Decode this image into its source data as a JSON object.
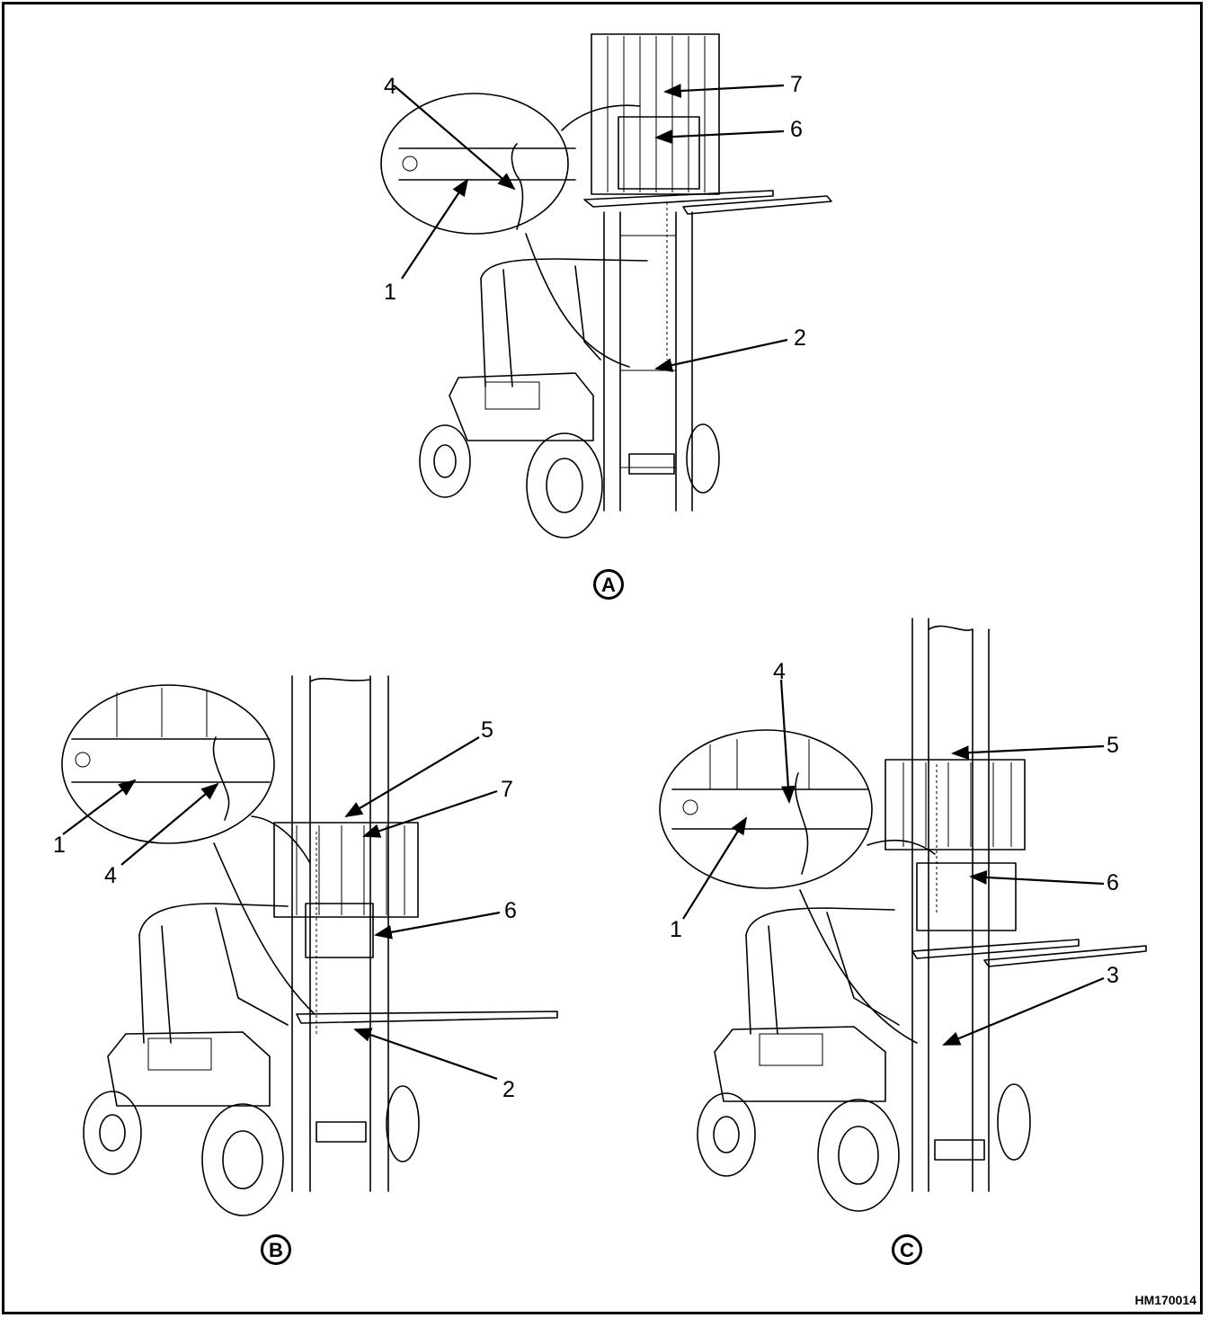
{
  "figures": [
    {
      "id": "A",
      "callouts": [
        "1",
        "2",
        "4",
        "6",
        "7"
      ]
    },
    {
      "id": "B",
      "callouts": [
        "1",
        "2",
        "4",
        "5",
        "6",
        "7"
      ]
    },
    {
      "id": "C",
      "callouts": [
        "1",
        "3",
        "4",
        "5",
        "6"
      ]
    }
  ],
  "labels": {
    "A1": "1",
    "A2": "2",
    "A4": "4",
    "A6": "6",
    "A7": "7",
    "B1": "1",
    "B2": "2",
    "B4": "4",
    "B5": "5",
    "B6": "6",
    "B7": "7",
    "C1": "1",
    "C3": "3",
    "C4": "4",
    "C5": "5",
    "C6": "6",
    "figA": "A",
    "figB": "B",
    "figC": "C"
  },
  "drawing_code": "HM170014"
}
